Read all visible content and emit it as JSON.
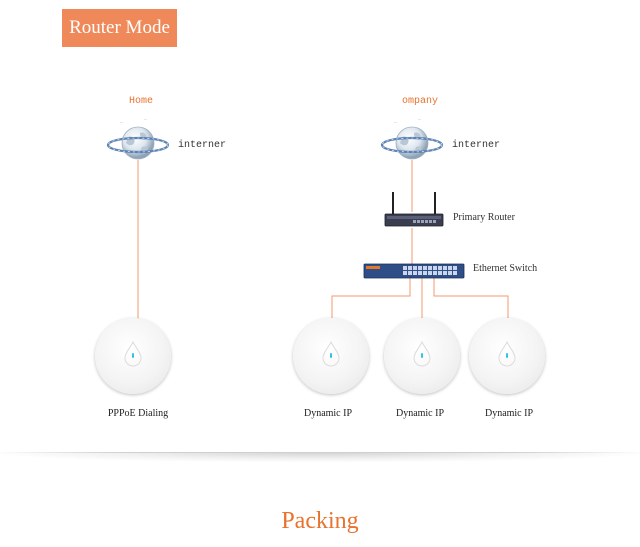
{
  "header": {
    "title": "Router Mode"
  },
  "home": {
    "label": "Home",
    "internet_label": "interner",
    "ap_label": "PPPoE Dialing"
  },
  "company": {
    "label": "ompany",
    "internet_label": "interner",
    "router_label": "Primary Router",
    "switch_label": "Ethernet Switch",
    "ap_labels": [
      "Dynamic IP",
      "Dynamic IP",
      "Dynamic IP"
    ]
  },
  "footer": {
    "section_title": "Packing"
  },
  "colors": {
    "accent": "#f0895a",
    "line": "#f29a6c",
    "led": "#2fc4e6"
  },
  "icons": [
    "globe-icon",
    "router-icon",
    "switch-icon",
    "access-point-icon"
  ]
}
